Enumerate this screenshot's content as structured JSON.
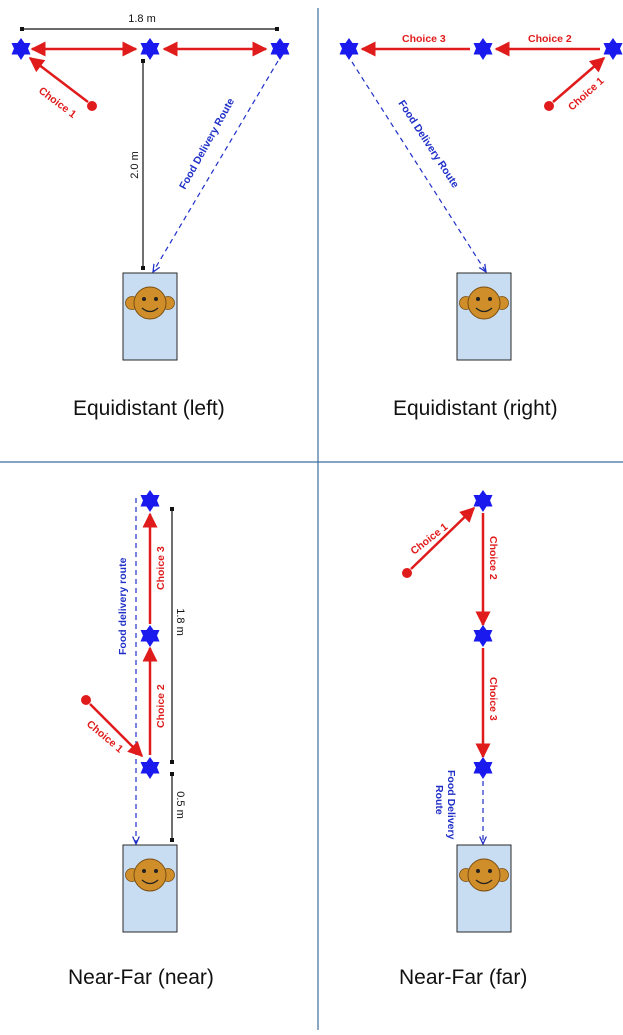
{
  "colors": {
    "choice_arrow": "#e01b1b",
    "start_dot": "#e01b1b",
    "food_route": "#1f2fc8",
    "feeder_star": "#1a1aee",
    "bed_fill": "#c8dcf2",
    "bed_stroke": "#2a2a2a",
    "face_fill": "#cf8e2a",
    "divider": "#3c6e9e"
  },
  "icons": {
    "feeder": "blue-star-icon",
    "start": "red-dot-icon",
    "subject": "face-icon",
    "bed": "bed-rectangle"
  },
  "panels": {
    "equidistant_left": {
      "caption": "Equidistant (left)",
      "choice_1": "Choice 1",
      "food_route": "Food Delivery Route",
      "dim_horizontal": "1.8 m",
      "dim_vertical": "2.0 m"
    },
    "equidistant_right": {
      "caption": "Equidistant (right)",
      "choice_1": "Choice 1",
      "choice_2": "Choice 2",
      "choice_3": "Choice 3",
      "food_route": "Food Delivery Route"
    },
    "near_far_near": {
      "caption": "Near-Far (near)",
      "choice_1": "Choice 1",
      "choice_2": "Choice 2",
      "choice_3": "Choice 3",
      "food_route": "Food delivery route",
      "dim_long": "1.8 m",
      "dim_short": "0.5 m"
    },
    "near_far_far": {
      "caption": "Near-Far (far)",
      "choice_1": "Choice 1",
      "choice_2": "Choice 2",
      "choice_3": "Choice 3",
      "food_route_line1": "Food Delivery",
      "food_route_line2": "Route"
    }
  }
}
